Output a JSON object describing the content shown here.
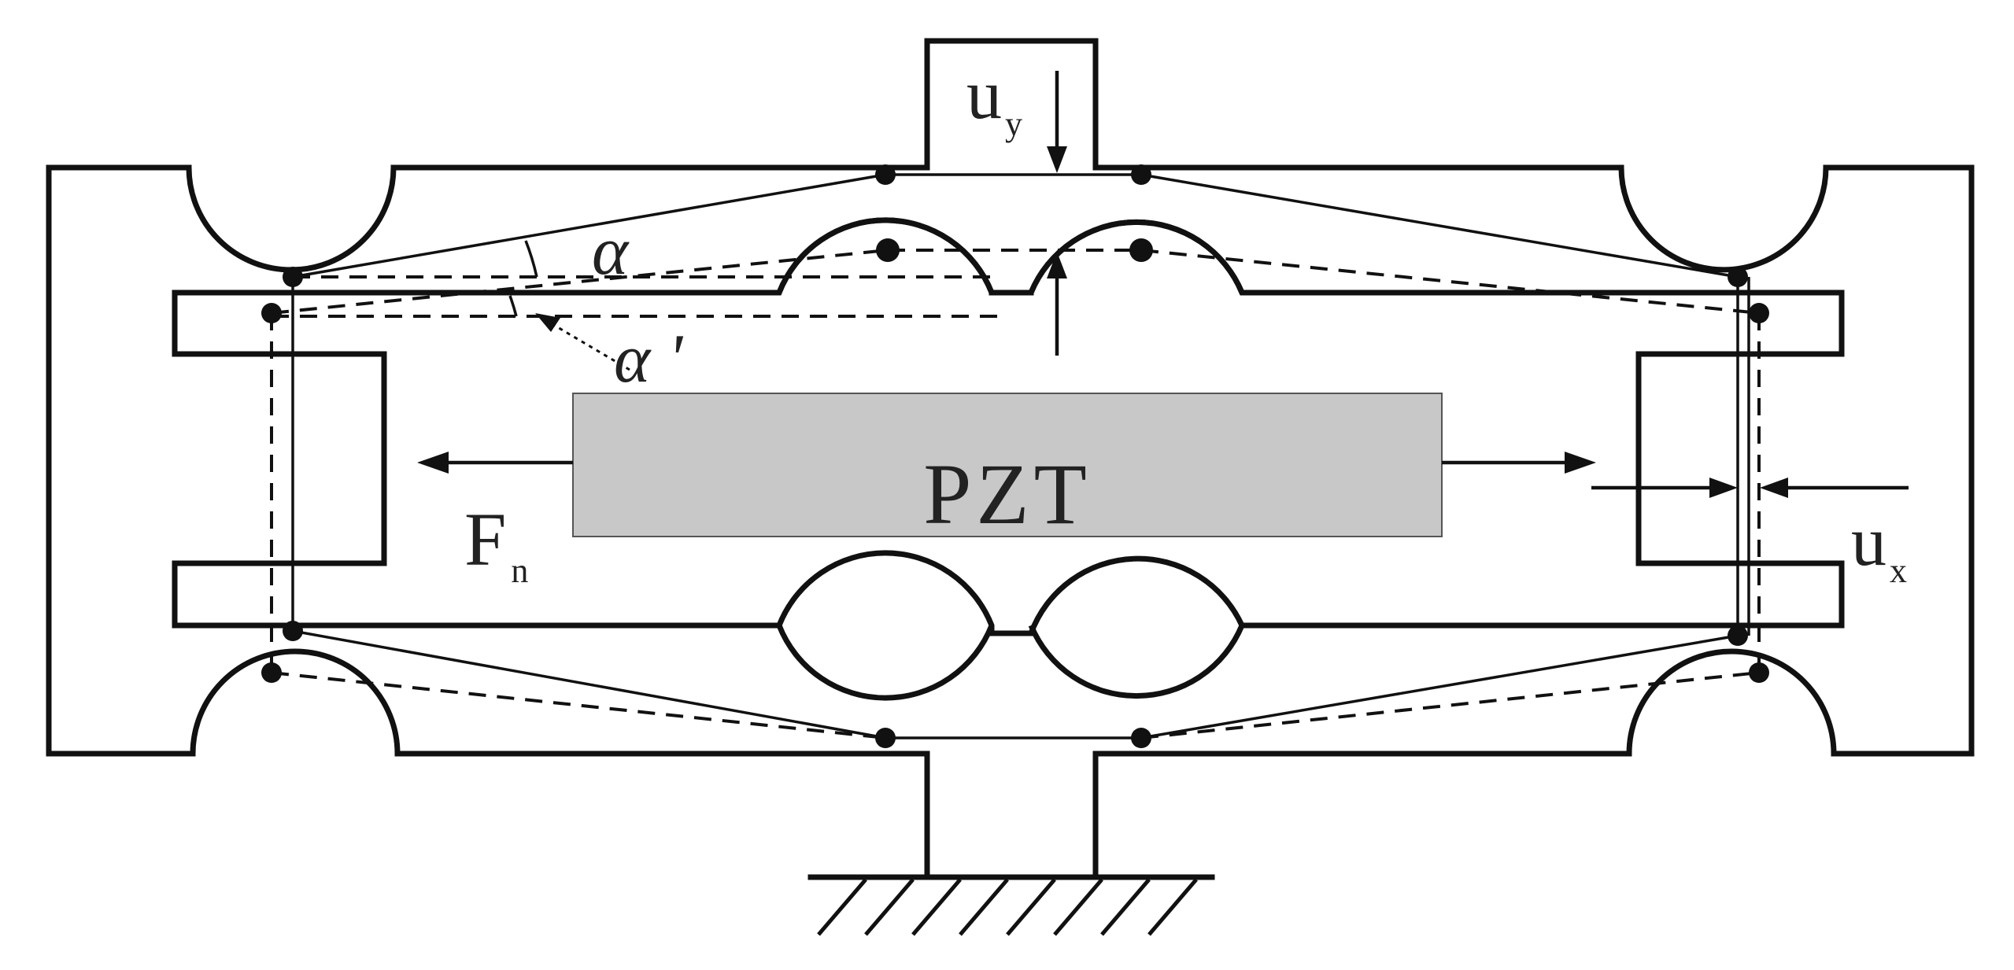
{
  "labels": {
    "actuator": "PZT",
    "force_symbol": "F",
    "force_subscript": "n",
    "disp_x_symbol": "u",
    "disp_x_subscript": "x",
    "disp_y_symbol": "u",
    "disp_y_subscript": "y",
    "angle": "α",
    "angle_prime": "α '"
  },
  "colors": {
    "stroke": "#111111",
    "actuator_fill": "#c8c8c8",
    "background": "#ffffff"
  }
}
